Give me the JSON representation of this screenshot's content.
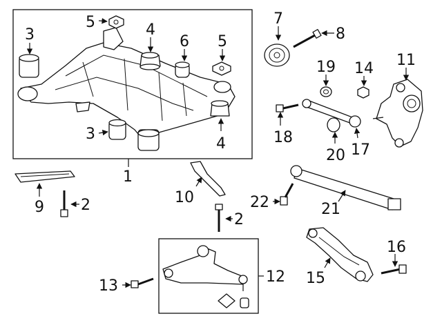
{
  "diagram": {
    "callouts": [
      "1",
      "2",
      "2",
      "3",
      "3",
      "4",
      "4",
      "5",
      "5",
      "6",
      "7",
      "8",
      "9",
      "10",
      "11",
      "12",
      "13",
      "14",
      "15",
      "16",
      "17",
      "18",
      "19",
      "20",
      "21",
      "22"
    ],
    "colors": {
      "line": "#111111",
      "fill": "#ffffff"
    }
  }
}
